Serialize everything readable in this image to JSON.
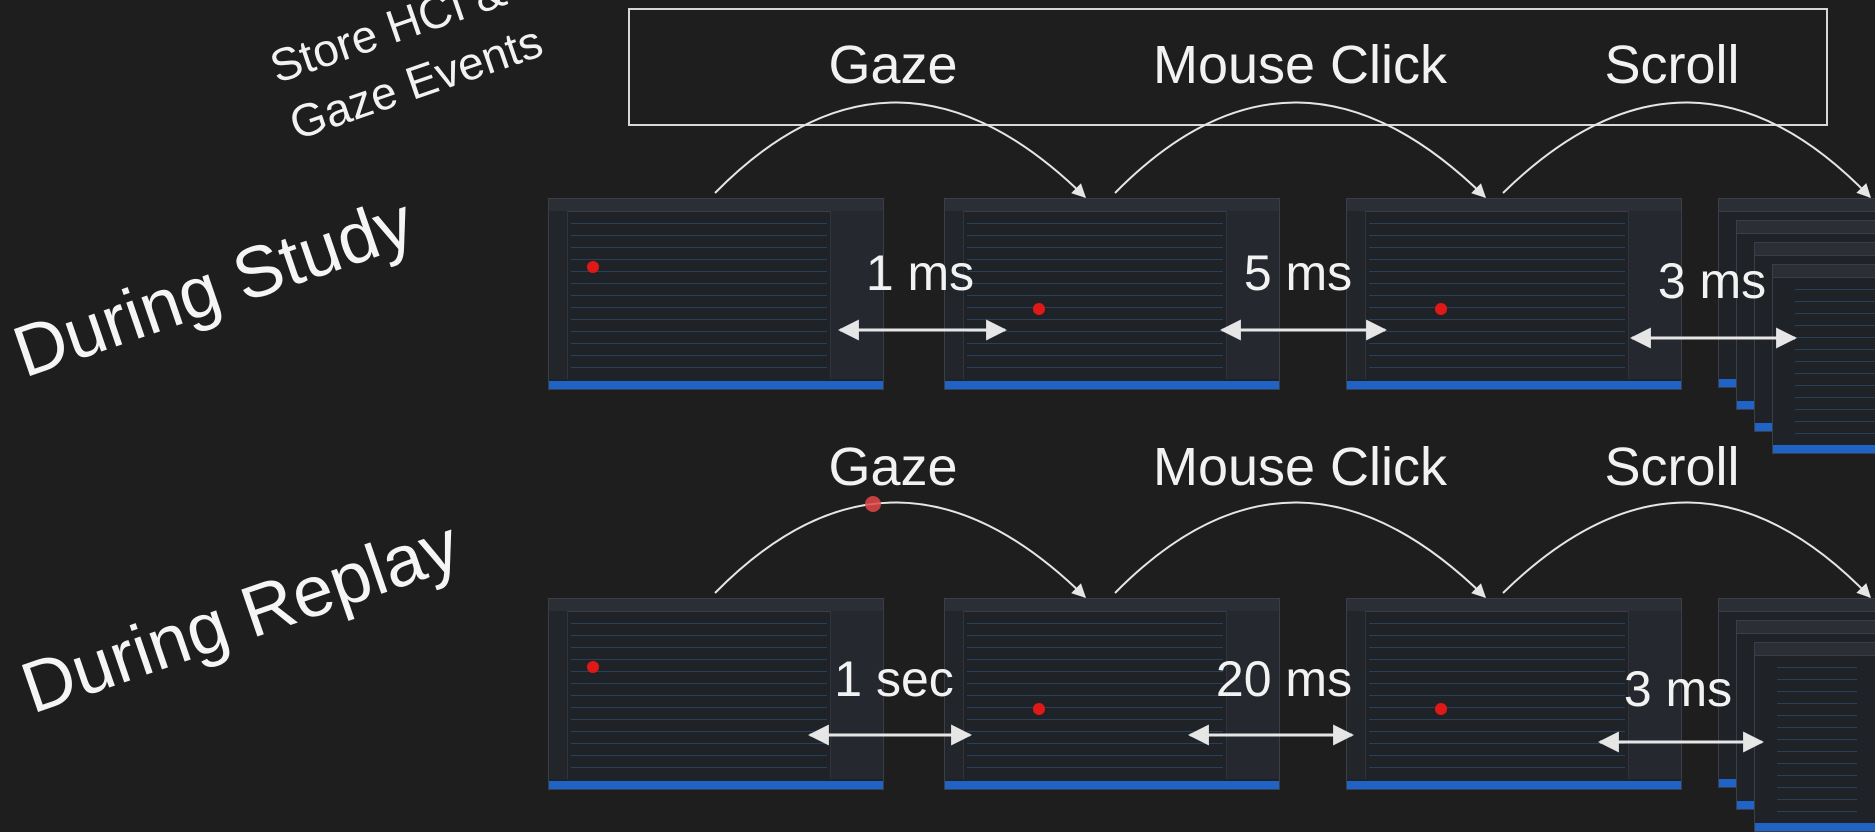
{
  "store_label": [
    "Store HCI &",
    "Gaze Events"
  ],
  "event_types": [
    "Gaze",
    "Mouse Click",
    "Scroll"
  ],
  "rows": [
    {
      "label": "During Study",
      "latencies": [
        "1 ms",
        "5 ms",
        "3 ms"
      ]
    },
    {
      "label": "During Replay",
      "latencies": [
        "1 sec",
        "20 ms",
        "3 ms"
      ]
    }
  ],
  "colors": {
    "background": "#1e1e1e",
    "text": "#f2f2f2",
    "gaze_dot": "#e01818",
    "status_bar": "#1f63c6"
  }
}
